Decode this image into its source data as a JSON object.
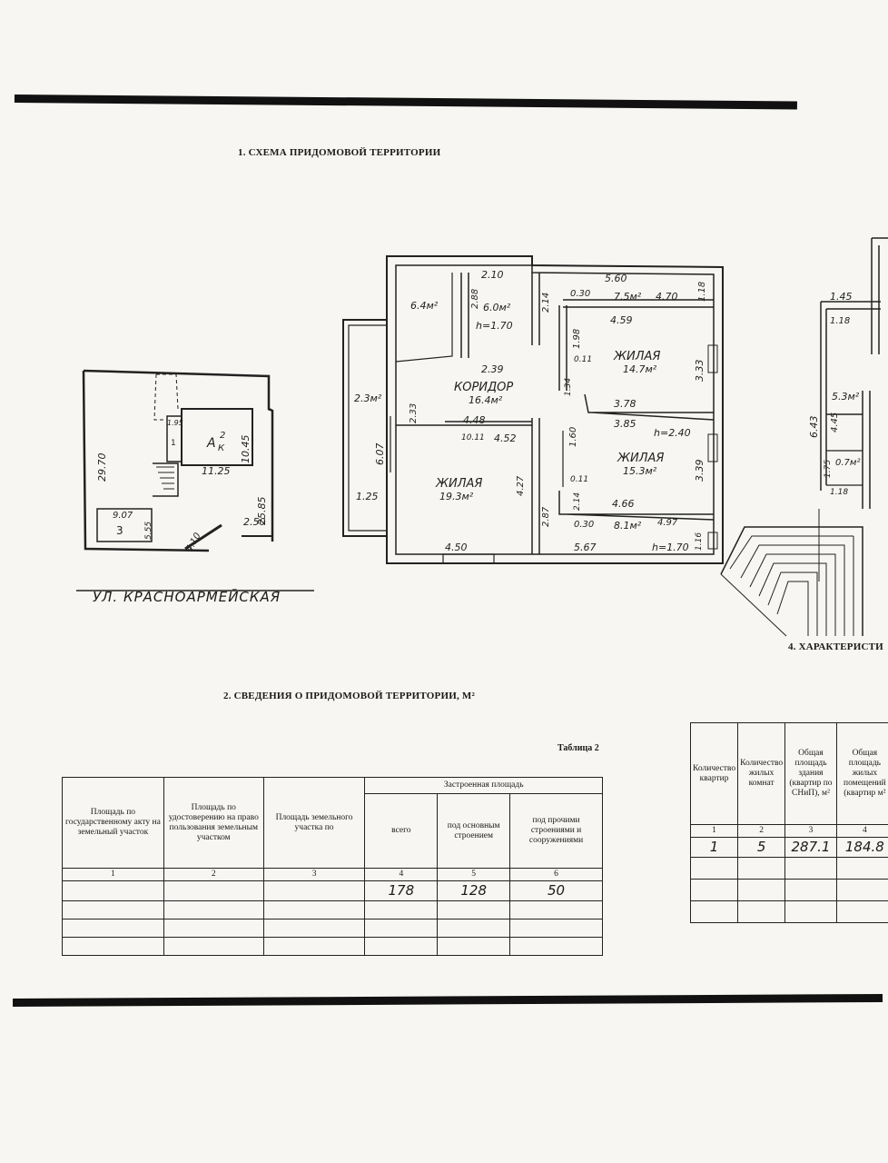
{
  "section1": {
    "title": "1. СХЕМА ПРИДОМОВОЙ ТЕРРИТОРИИ"
  },
  "section2": {
    "title": "2. СВЕДЕНИЯ О ПРИДОМОВОЙ ТЕРРИТОРИИ, М²"
  },
  "section4": {
    "title": "4. ХАРАКТЕРИСТИ"
  },
  "street": "УЛ. КРАСНОАРМЕЙСКАЯ",
  "site_plan": {
    "dims": [
      "29.70",
      "10.45",
      "11.25",
      "25.85",
      "2.50",
      "9.07",
      "5.55",
      "4.10",
      "1.95"
    ],
    "marks": [
      "А",
      "2",
      "К",
      "3",
      "1"
    ]
  },
  "floor_plan": {
    "rooms": [
      {
        "name": "",
        "area": "6.4м²"
      },
      {
        "name": "",
        "area": "6.0м²",
        "h": "h=1.70"
      },
      {
        "name": "",
        "area": "7.5м²"
      },
      {
        "name": "ЖИЛАЯ",
        "area": "14.7м²"
      },
      {
        "name": "КОРИДОР",
        "area": "16.4м²"
      },
      {
        "name": "",
        "area": "2.3м²"
      },
      {
        "name": "ЖИЛАЯ",
        "area": "19.3м²"
      },
      {
        "name": "ЖИЛАЯ",
        "area": "15.3м²"
      },
      {
        "name": "",
        "area": "8.1м²",
        "h": "h=1.70"
      }
    ],
    "dims": [
      "2.10",
      "5.60",
      "0.30",
      "4.70",
      "1.18",
      "2.88",
      "h=1.70",
      "2.14",
      "4.59",
      "1.98",
      "0.11",
      "3.33",
      "2.39",
      "1.34",
      "3.78",
      "3.85",
      "h=2.40",
      "2.33",
      "4.48",
      "4.52",
      "10.11",
      "1.60",
      "6.07",
      "1.25",
      "4.27",
      "2.87",
      "0.11",
      "2.14",
      "4.66",
      "3.39",
      "0.30",
      "4.97",
      "1.16",
      "4.50",
      "5.67"
    ]
  },
  "right_plan": {
    "dims": [
      "1.45",
      "1.18",
      "6.43",
      "4.45",
      "5.3м²",
      "1.75",
      "0.7м²",
      "1.18"
    ]
  },
  "table2": {
    "caption": "Таблица 2",
    "group_header": "Застроенная площадь",
    "headers": [
      "Площадь по государственному акту на земельный участок",
      "Площадь по удостоверению на право пользования земельным участком",
      "Площадь земельного участка по",
      "всего",
      "под основным строением",
      "под прочими строениями и сооружениями"
    ],
    "numbers": [
      "1",
      "2",
      "3",
      "4",
      "5",
      "6"
    ],
    "values": [
      "",
      "",
      "",
      "178",
      "128",
      "50"
    ]
  },
  "table4": {
    "headers": [
      "Количество квартир",
      "Количество жилых комнат",
      "Общая площадь здания (квартир по СНиП), м²",
      "Общая площадь жилых помещений (квартир м²"
    ],
    "numbers": [
      "1",
      "2",
      "3",
      "4"
    ],
    "values": [
      "1",
      "5",
      "287.1",
      "184.8"
    ]
  }
}
